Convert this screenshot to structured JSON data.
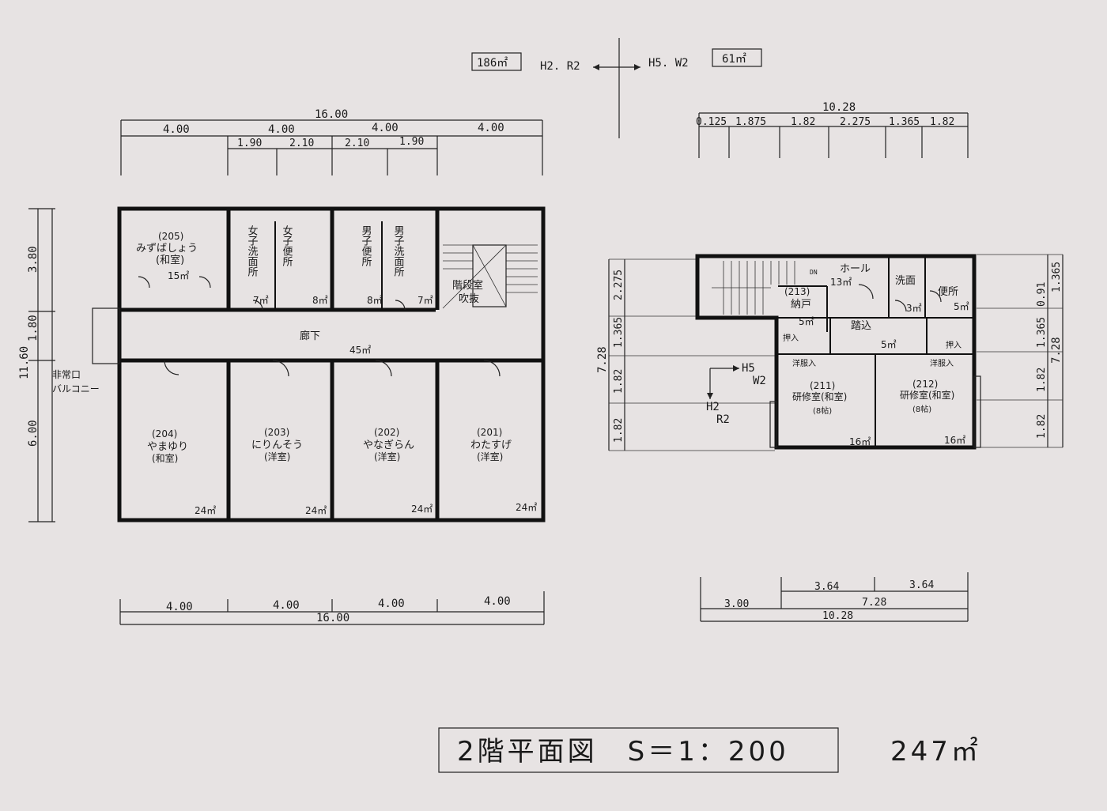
{
  "top": {
    "left_area": "186㎡",
    "left_code": "H2. R2",
    "right_code": "H5. W2",
    "right_area": "61㎡"
  },
  "left_plan": {
    "dims_top": {
      "total": "16.00",
      "seg1": "4.00",
      "seg2": "4.00",
      "seg3": "4.00",
      "seg4": "4.00",
      "sub1": "1.90",
      "sub2": "2.10",
      "sub3": "2.10",
      "sub4": "1.90"
    },
    "dims_bottom": {
      "seg1": "4.00",
      "seg2": "4.00",
      "seg3": "4.00",
      "seg4": "4.00",
      "total": "16.00"
    },
    "dims_left": {
      "total": "11.60",
      "seg1": "3.80",
      "seg2": "1.80",
      "seg3": "6.00"
    },
    "rooms": {
      "r205": {
        "num": "(205)",
        "name": "みずばしょう",
        "type": "(和室)",
        "area": "15㎡"
      },
      "women_wash": {
        "name": "女子洗面所",
        "area": "7㎡"
      },
      "women_wc": {
        "name": "女子便所",
        "area": "8㎡"
      },
      "men_wc": {
        "name": "男子便所",
        "area": "8㎡"
      },
      "men_wash": {
        "name": "男子洗面所",
        "area": "7㎡"
      },
      "stair": {
        "line1": "階段室",
        "line2": "吹抜"
      },
      "corridor": {
        "name": "廊下",
        "area": "45㎡"
      },
      "r204": {
        "num": "(204)",
        "name": "やまゆり",
        "type": "(和室)",
        "area": "24㎡"
      },
      "r203": {
        "num": "(203)",
        "name": "にりんそう",
        "type": "(洋室)",
        "area": "24㎡"
      },
      "r202": {
        "num": "(202)",
        "name": "やなぎらん",
        "type": "(洋室)",
        "area": "24㎡"
      },
      "r201": {
        "num": "(201)",
        "name": "わたすげ",
        "type": "(洋室)",
        "area": "24㎡"
      }
    },
    "emergency_line1": "非常口",
    "emergency_line2": "バルコニー"
  },
  "right_plan": {
    "dims_top": {
      "total": "10.28",
      "seg1": "0.125",
      "seg2": "1.875",
      "seg3": "1.82",
      "seg4": "2.275",
      "seg5": "1.365",
      "seg6": "1.82"
    },
    "dims_bottom": {
      "s1": "3.64",
      "s2": "3.64",
      "s3": "3.00",
      "s4": "7.28",
      "total": "10.28"
    },
    "dims_left": {
      "total": "7.28",
      "seg1": "2.275",
      "seg2": "1.365",
      "seg3": "1.82",
      "seg4": "1.82"
    },
    "dims_right": {
      "total": "7.28",
      "seg1": "1.365",
      "seg2": "1.365",
      "seg3": "0.91",
      "seg4": "1.82",
      "seg5": "1.82"
    },
    "rooms": {
      "hall": {
        "name": "ホール",
        "area": "13㎡"
      },
      "wash": {
        "name": "洗面",
        "area": "3㎡"
      },
      "wc": {
        "name": "便所",
        "area": "5㎡"
      },
      "storage": {
        "num": "(213)",
        "name": "納戸",
        "area": "5㎡"
      },
      "tsumikomi": "踏込",
      "tsumikomi_area": "5㎡",
      "oshiire": "押入",
      "youdan": "洋服入",
      "r211": {
        "num": "(211)",
        "name": "研修室(和室)",
        "mats": "(8帖)",
        "area": "16㎡"
      },
      "r212": {
        "num": "(212)",
        "name": "研修室(和室)",
        "mats": "(8帖)",
        "area": "16㎡"
      }
    },
    "dn": "DN",
    "marker_h": "H5",
    "marker_w": "W2",
    "marker_h2": "H2",
    "marker_r2": "R2"
  },
  "footer": {
    "title": "2階平面図　S＝1：200",
    "total_area": "247㎡"
  }
}
